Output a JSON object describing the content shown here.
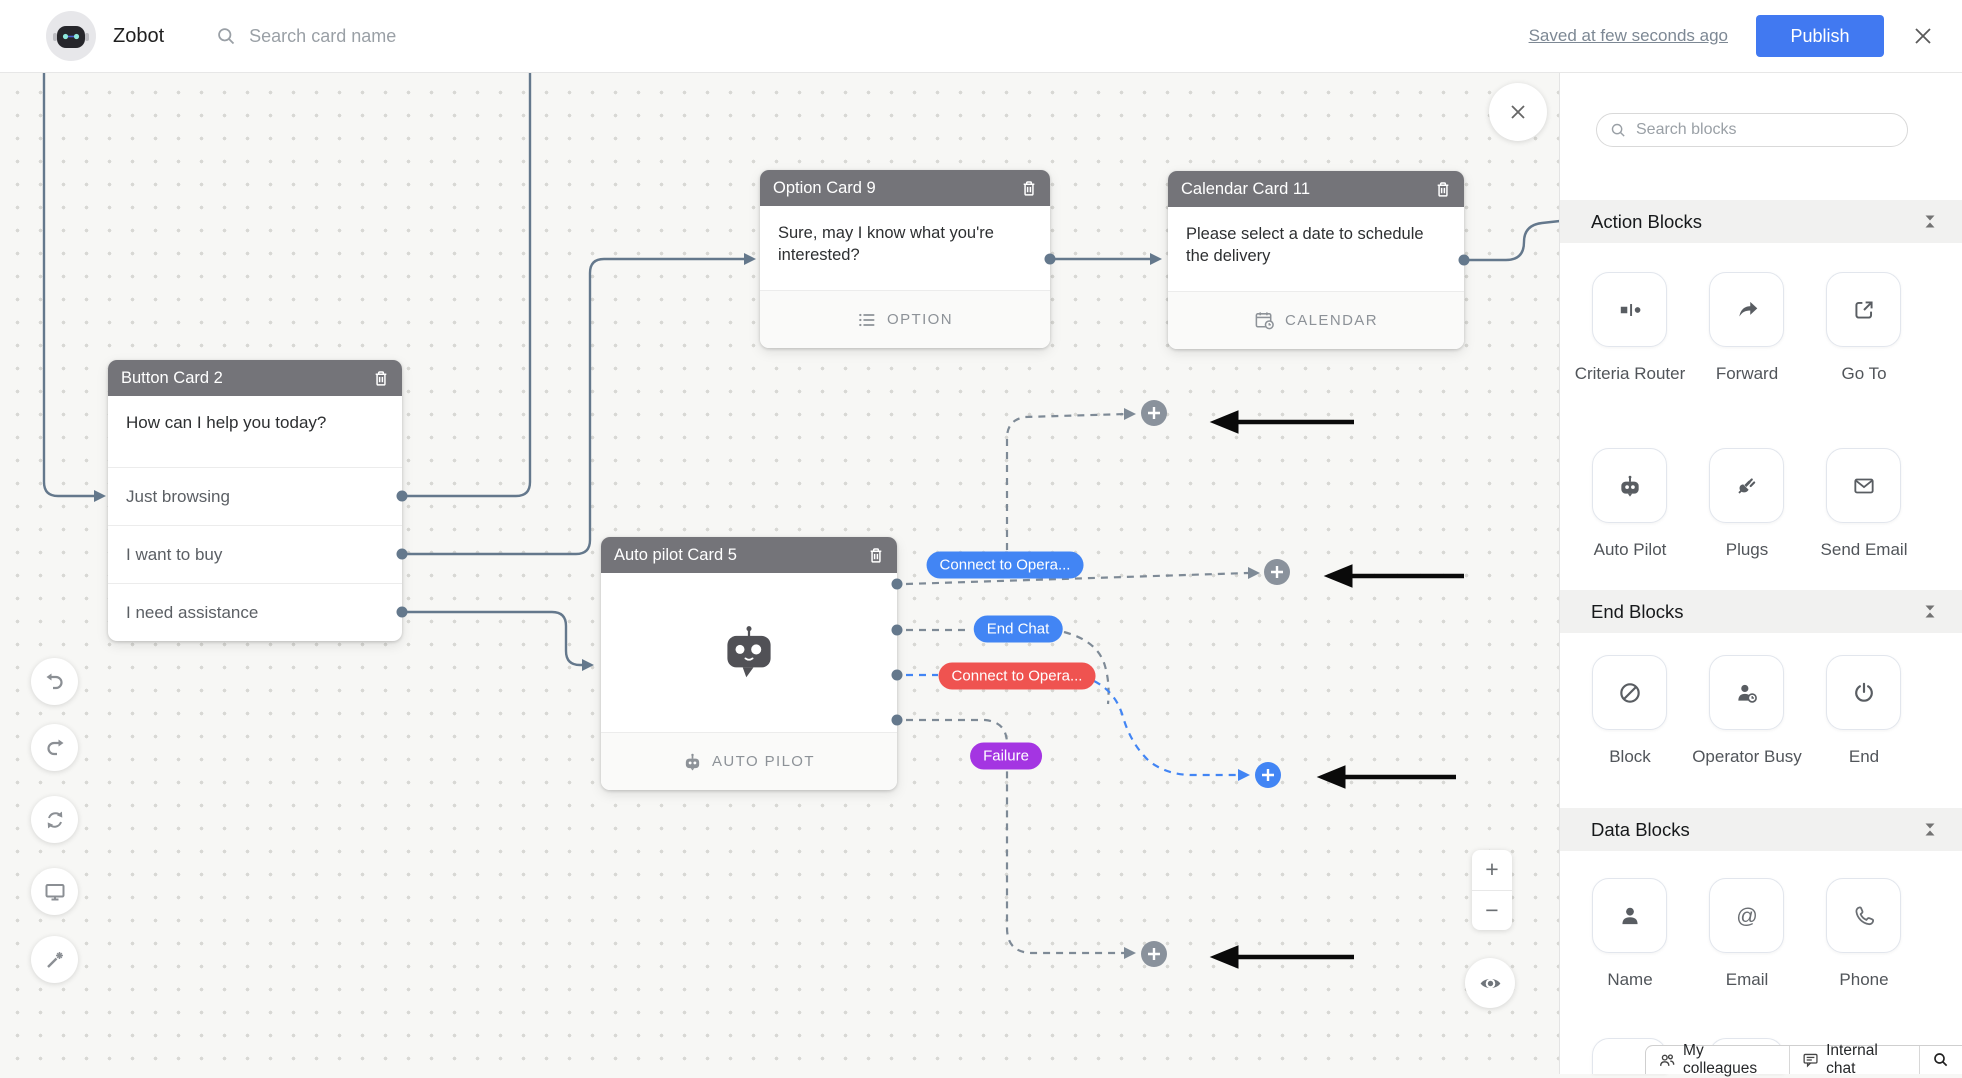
{
  "topbar": {
    "bot_name": "Zobot",
    "search_placeholder": "Search card name",
    "saved_status": "Saved at few seconds ago",
    "publish_label": "Publish"
  },
  "canvas": {
    "button_card": {
      "title": "Button Card 2",
      "message": "How can I help you today?",
      "options": [
        "Just browsing",
        "I want to buy",
        "I need assistance"
      ]
    },
    "option_card": {
      "title": "Option Card 9",
      "message": "Sure, may I know what you're interested?",
      "footer_label": "OPTION"
    },
    "calendar_card": {
      "title": "Calendar Card 11",
      "message": "Please select a date to schedule the delivery",
      "footer_label": "CALENDAR"
    },
    "autopilot_card": {
      "title": "Auto pilot Card 5",
      "footer_label": "AUTO PILOT"
    },
    "connection_labels": [
      {
        "text": "Connect to Opera...",
        "color": "#4285f4"
      },
      {
        "text": "End Chat",
        "color": "#4285f4"
      },
      {
        "text": "Connect to Opera...",
        "color": "#ef5350"
      },
      {
        "text": "Failure",
        "color": "#a435e2"
      }
    ],
    "zoom_in": "+",
    "zoom_out": "−"
  },
  "sidebar": {
    "search_placeholder": "Search blocks",
    "sections": [
      {
        "title": "Action Blocks",
        "blocks": [
          {
            "label": "Criteria Router",
            "icon": "criteria-router-icon"
          },
          {
            "label": "Forward",
            "icon": "forward-icon"
          },
          {
            "label": "Go To",
            "icon": "go-to-icon"
          },
          {
            "label": "Auto Pilot",
            "icon": "auto-pilot-icon"
          },
          {
            "label": "Plugs",
            "icon": "plugs-icon"
          },
          {
            "label": "Send Email",
            "icon": "send-email-icon"
          }
        ]
      },
      {
        "title": "End Blocks",
        "blocks": [
          {
            "label": "Block",
            "icon": "block-icon"
          },
          {
            "label": "Operator Busy",
            "icon": "operator-busy-icon"
          },
          {
            "label": "End",
            "icon": "end-icon"
          }
        ]
      },
      {
        "title": "Data Blocks",
        "blocks": [
          {
            "label": "Name",
            "icon": "name-icon"
          },
          {
            "label": "Email",
            "icon": "email-icon"
          },
          {
            "label": "Phone",
            "icon": "phone-icon"
          }
        ]
      }
    ]
  },
  "bottombar": {
    "my_colleagues": "My colleagues",
    "internal_chat": "Internal chat"
  },
  "colors": {
    "accent_blue": "#4179f1",
    "pill_blue": "#4285f4",
    "pill_red": "#ef5350",
    "pill_purple": "#a435e2",
    "wire": "#64788c",
    "card_header": "#747479",
    "canvas_bg": "#f7f7f5"
  }
}
